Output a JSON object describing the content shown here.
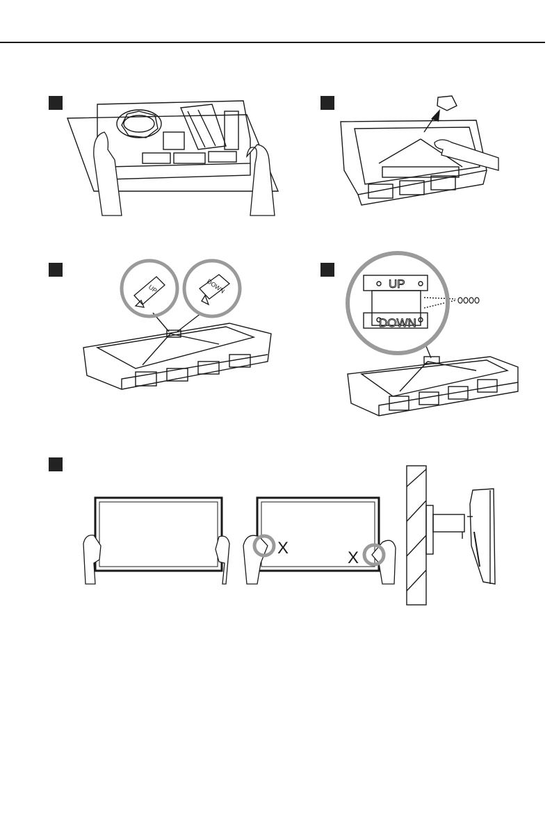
{
  "labels": {
    "up": "UP",
    "down": "DOWN",
    "wrong_mark": "X"
  },
  "colors": {
    "line": "#1a1a1a",
    "step_badge": "#222222",
    "callout_ring": "#9a9a9a",
    "wrong_ring": "#9a9a9a"
  },
  "icons": [
    "step-badge",
    "hand-icon",
    "screw-icon",
    "bracket-icon",
    "wall-icon"
  ]
}
